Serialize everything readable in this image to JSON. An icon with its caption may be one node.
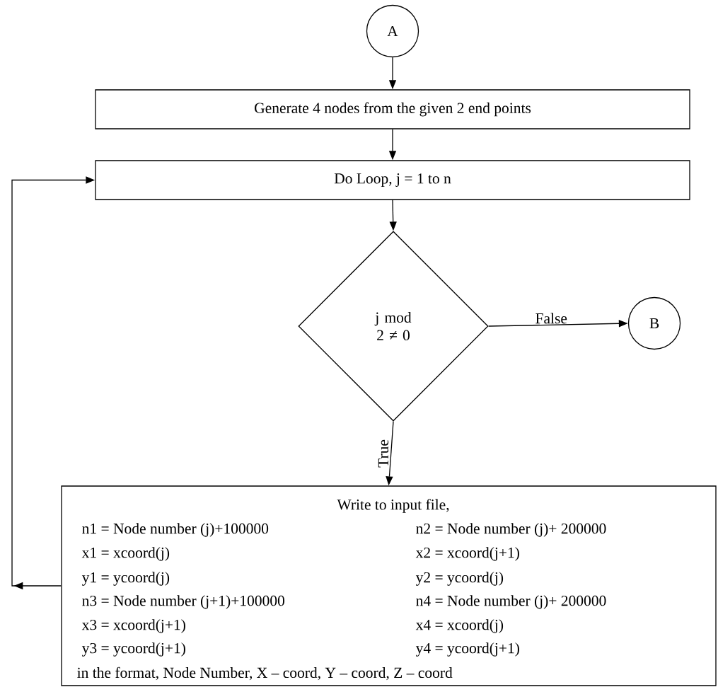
{
  "diagram": {
    "nodes": [
      {
        "text": [
          "A"
        ]
      },
      {
        "text": [
          "Generate 4 nodes from the given 2 end points"
        ]
      },
      {
        "text": [
          "Do Loop, j = 1 to n"
        ]
      },
      {
        "text": [
          "j mod 2 ≠ 0"
        ]
      },
      {
        "text": [
          "B"
        ]
      },
      {
        "text": [
          "Write to input file,",
          "n1 = Node number (j)+100000",
          "n2 = Node number (j)+ 200000",
          "x1 = xcoord(j)",
          "x2 = xcoord(j+1)",
          "y1 = ycoord(j)",
          "y2 = ycoord(j)",
          "n3 = Node number (j+1)+100000",
          "n4 = Node number (j)+ 200000",
          "x3 = xcoord(j+1)",
          "x4 = xcoord(j)",
          "y3 = ycoord(j+1)",
          "y4 = ycoord(j+1)",
          "in the format, Node Number, X – coord, Y – coord, Z – coord"
        ]
      }
    ],
    "edges": [
      {
        "from": 0,
        "to": 1,
        "arrow": "to"
      },
      {
        "from": 1,
        "to": 2,
        "arrow": "to"
      },
      {
        "from": 2,
        "to": 3,
        "arrow": "to"
      },
      {
        "from": 3,
        "to": 4,
        "arrow": "to",
        "label": "False"
      },
      {
        "from": 3,
        "to": 5,
        "arrow": "to",
        "label": "True"
      },
      {
        "from": 5,
        "to": 2,
        "arrow": "to"
      }
    ]
  }
}
